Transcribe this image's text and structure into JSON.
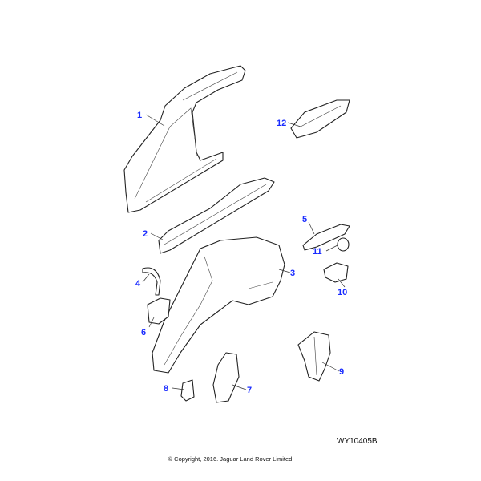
{
  "diagram": {
    "callouts": [
      {
        "id": "1",
        "label": "1"
      },
      {
        "id": "2",
        "label": "2"
      },
      {
        "id": "3",
        "label": "3"
      },
      {
        "id": "4",
        "label": "4"
      },
      {
        "id": "5",
        "label": "5"
      },
      {
        "id": "6",
        "label": "6"
      },
      {
        "id": "7",
        "label": "7"
      },
      {
        "id": "8",
        "label": "8"
      },
      {
        "id": "9",
        "label": "9"
      },
      {
        "id": "10",
        "label": "10"
      },
      {
        "id": "11",
        "label": "11"
      },
      {
        "id": "12",
        "label": "12"
      }
    ],
    "label_color": "#1a2cff",
    "reference_code": "WY10405B",
    "copyright": "© Copyright, 2016. Jaguar Land Rover Limited."
  }
}
